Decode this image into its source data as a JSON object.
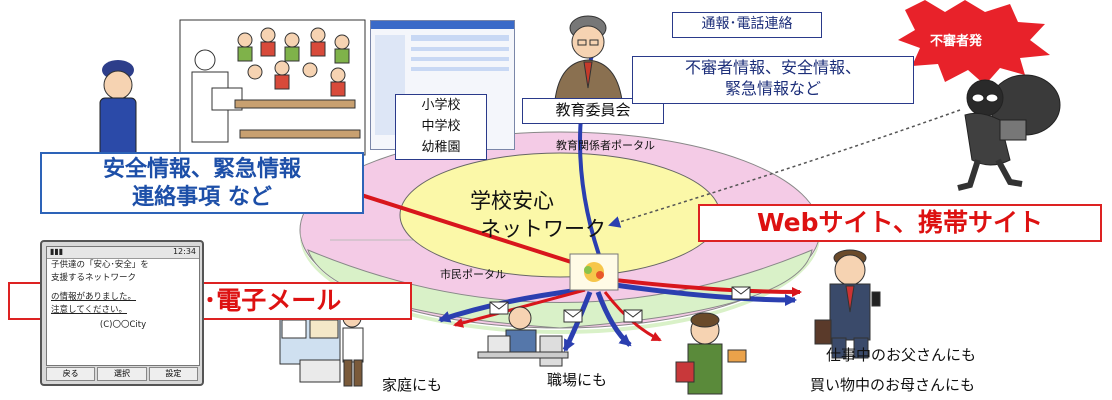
{
  "labels": {
    "report_contact": "通報･電話連絡",
    "suspicious_alert": "不審者発",
    "suspicious_info_1": "不審者情報、安全情報、",
    "suspicious_info_2": "緊急情報など",
    "board_of_education": "教育委員会",
    "school_elementary": "小学校",
    "school_junior": "中学校",
    "school_kindergarten": "幼稚園",
    "education_portal": "教育関係者ポータル",
    "network_line1": "学校安心",
    "network_line2": "ネットワーク",
    "citizen_portal": "市民ポータル",
    "safety_info_1": "安全情報、緊急情報",
    "safety_info_2": "連絡事項 など",
    "web_mobile_site": "Webサイト、携帯サイト",
    "mobile_email": "携帯メール･電子メール",
    "to_home": "家庭にも",
    "to_workplace": "職場にも",
    "working_father": "仕事中のお父さんにも",
    "shopping_mother": "買い物中のお母さんにも"
  },
  "phone": {
    "status_time": "12:34",
    "lines": [
      "子供達の「安心･安全」を",
      "支援するネットワーク",
      "",
      "",
      "",
      "の情報がありました。",
      "注意してください。",
      "",
      "(C)〇〇City"
    ],
    "keys": [
      "戻る",
      "選択",
      "設定"
    ]
  },
  "colors": {
    "red_arrow": "#d8161c",
    "blue_arrow": "#2b3fb0",
    "outer_ring": "#f4cbe6",
    "lower_ring": "#d9f1c8",
    "inner_ellipse": "#fbf8a8",
    "alert_burst": "#e8222a"
  },
  "icons": [
    "police-officer-icon",
    "classroom-icon",
    "official-man-icon",
    "thief-icon",
    "office-worker-icon",
    "home-woman-icon",
    "shopkeeper-icon",
    "father-businessman-icon",
    "envelope-icon"
  ]
}
